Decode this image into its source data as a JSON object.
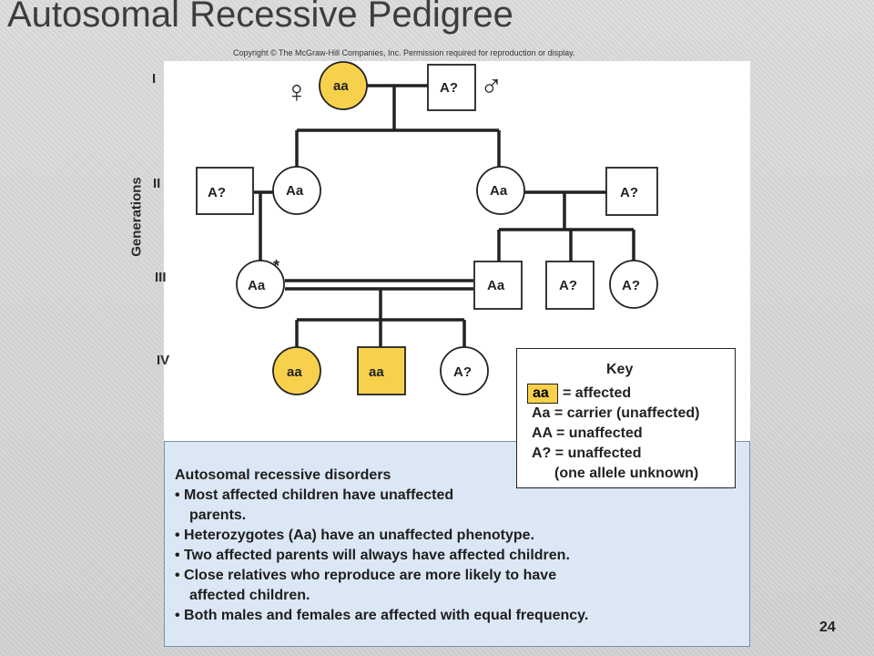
{
  "title": "Autosomal Recessive Pedigree",
  "copyright": "Copyright © The McGraw-Hill Companies, Inc. Permission required for reproduction or display.",
  "generations": {
    "axis_label": "Generations",
    "labels": [
      "I",
      "II",
      "III",
      "IV"
    ]
  },
  "symbols": {
    "female": "♀",
    "male": "♂",
    "consanguinity_mark": "*"
  },
  "individuals": {
    "I_1": "aa",
    "I_2": "A?",
    "II_1": "A?",
    "II_2": "Aa",
    "II_3": "Aa",
    "II_4": "A?",
    "III_1": "Aa",
    "III_2": "Aa",
    "III_3": "A?",
    "III_4": "A?",
    "IV_1": "aa",
    "IV_2": "aa",
    "IV_3": "A?"
  },
  "colors": {
    "affected": "#f7d14c",
    "unaffected": "#ffffff",
    "stroke": "#222222"
  },
  "key": {
    "title": "Key",
    "chip": "aa",
    "affected": "= affected",
    "carrier": "Aa = carrier (unaffected)",
    "unaffected_AA": "AA = unaffected",
    "unaffected_A": "A? = unaffected",
    "unknown_note": "(one allele unknown)"
  },
  "notes": {
    "heading": "Autosomal recessive disorders",
    "b1a": "• Most affected children have unaffected",
    "b1b": "parents.",
    "b2": "• Heterozygotes (Aa) have an unaffected phenotype.",
    "b3": "• Two affected parents will always have affected children.",
    "b4a": "• Close relatives who reproduce are more likely to have",
    "b4b": "affected children.",
    "b5": "• Both males and females are affected with equal frequency."
  },
  "page_number": "24"
}
